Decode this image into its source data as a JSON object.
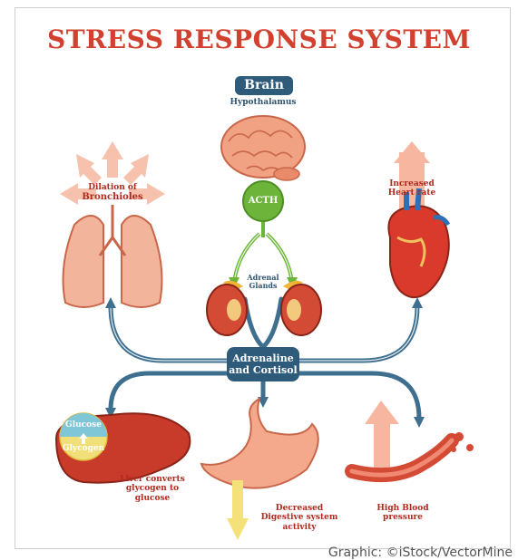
{
  "title": "STRESS RESPONSE SYSTEM",
  "brain": {
    "label": "Brain",
    "sublabel": "Hypothalamus"
  },
  "acth": "ACTH",
  "adrenal_glands": "Adrenal\nGlands",
  "hormones": "Adrenaline\nand Cortisol",
  "lungs": {
    "line1": "Dilation of",
    "line2": "Bronchioles"
  },
  "heart": {
    "line1": "Increased",
    "line2": "Heart rate"
  },
  "liver": {
    "glucose": "Glucose",
    "glycogen": "Glycogen",
    "caption": "Liver converts\nglycogen to\nglucose"
  },
  "digestive": "Decreased\nDigestive system\nactivity",
  "blood": "High Blood\npressure",
  "credit": "Graphic: ©iStock/VectorMine",
  "colors": {
    "title": "#d2412f",
    "label_red": "#b02a1e",
    "box_blue": "#2f5b7a",
    "pathway": "#3f6f8f",
    "acth_green": "#6cb53a"
  }
}
